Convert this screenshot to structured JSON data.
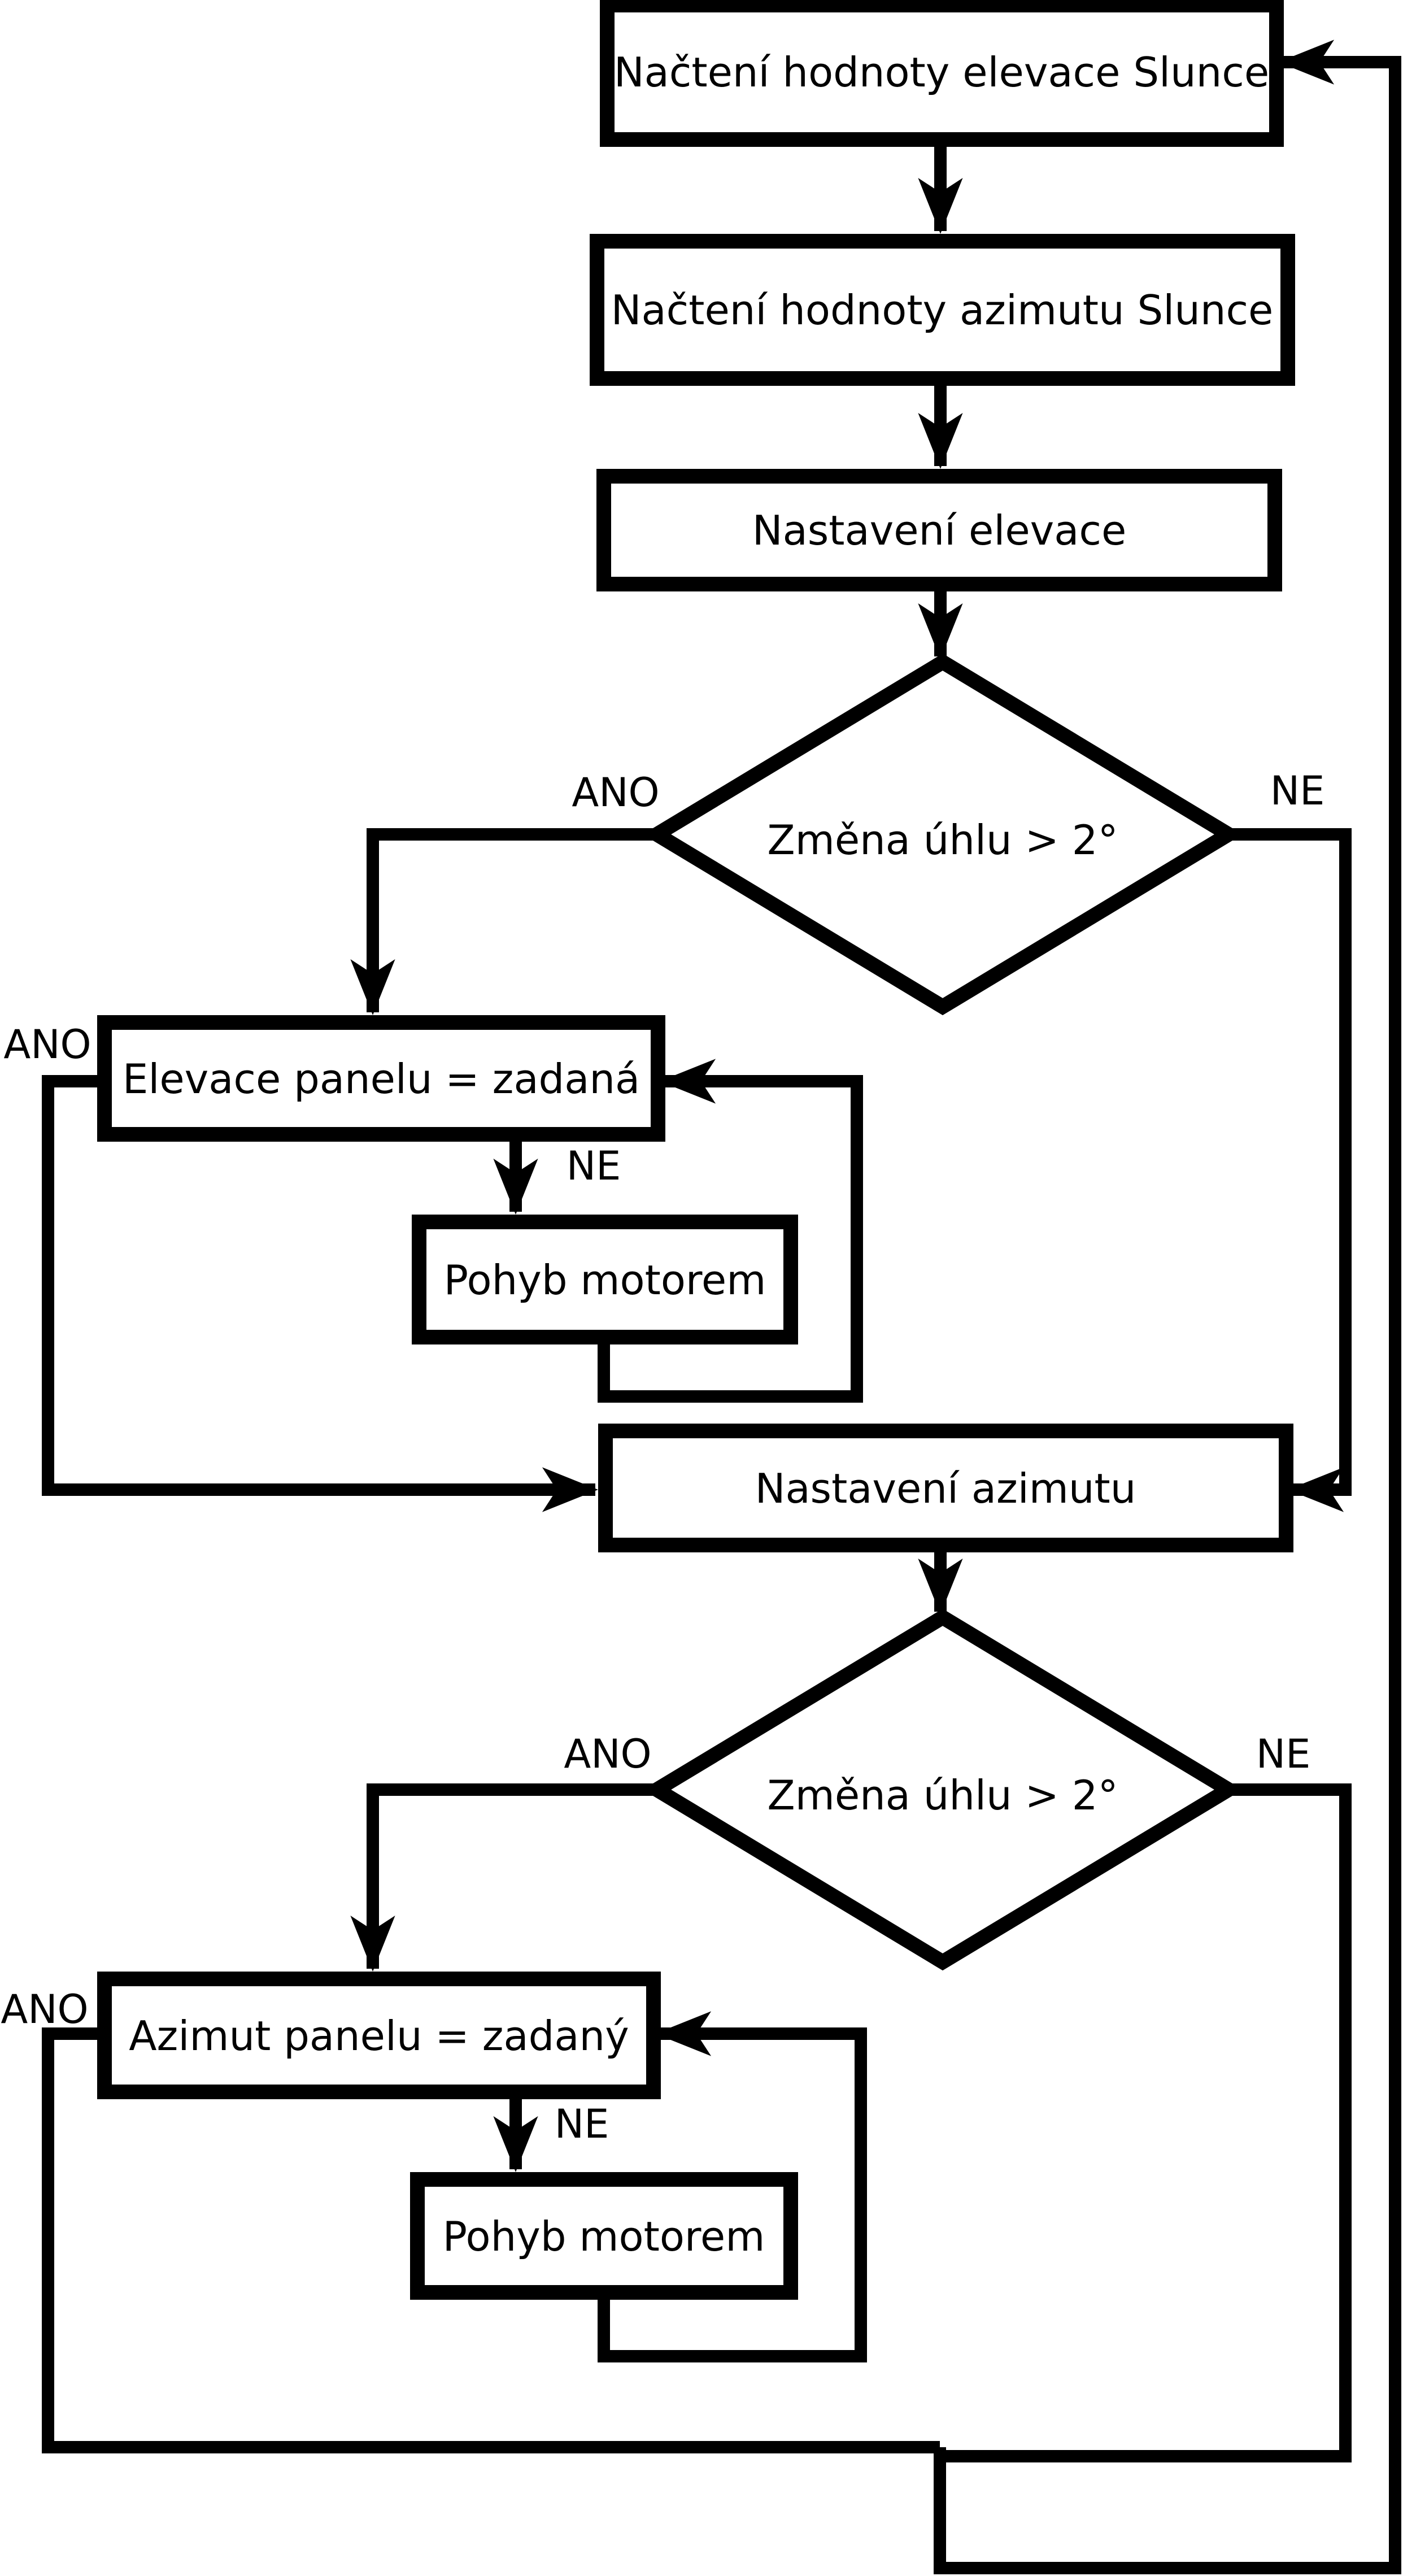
{
  "diagram": {
    "type": "flowchart",
    "language": "cs",
    "edge_labels": {
      "yes": "ANO",
      "no": "NE"
    },
    "nodes": {
      "load_elevation": {
        "label": "Načtení hodnoty elevace Slunce",
        "shape": "process"
      },
      "load_azimuth": {
        "label": "Načtení hodnoty azimutu Slunce",
        "shape": "process"
      },
      "set_elevation": {
        "label": "Nastavení elevace",
        "shape": "process"
      },
      "elevation_decision": {
        "label": "Změna úhlu > 2°",
        "shape": "decision"
      },
      "elevation_equal": {
        "label": "Elevace panelu = zadaná",
        "shape": "process"
      },
      "elevation_motor": {
        "label": "Pohyb motorem",
        "shape": "process"
      },
      "set_azimuth": {
        "label": "Nastavení azimutu",
        "shape": "process"
      },
      "azimuth_decision": {
        "label": "Změna úhlu > 2°",
        "shape": "decision"
      },
      "azimuth_equal": {
        "label": "Azimut panelu = zadaný",
        "shape": "process"
      },
      "azimuth_motor": {
        "label": "Pohyb motorem",
        "shape": "process"
      }
    },
    "edges": [
      {
        "from": "load_elevation",
        "to": "load_azimuth",
        "label": ""
      },
      {
        "from": "load_azimuth",
        "to": "set_elevation",
        "label": ""
      },
      {
        "from": "set_elevation",
        "to": "elevation_decision",
        "label": ""
      },
      {
        "from": "elevation_decision",
        "to": "elevation_equal",
        "label": "ANO"
      },
      {
        "from": "elevation_decision",
        "to": "set_azimuth",
        "label": "NE"
      },
      {
        "from": "elevation_equal",
        "to": "elevation_motor",
        "label": "NE"
      },
      {
        "from": "elevation_motor",
        "to": "elevation_equal",
        "label": ""
      },
      {
        "from": "elevation_equal",
        "to": "set_azimuth",
        "label": "ANO"
      },
      {
        "from": "set_azimuth",
        "to": "azimuth_decision",
        "label": ""
      },
      {
        "from": "azimuth_decision",
        "to": "azimuth_equal",
        "label": "ANO"
      },
      {
        "from": "azimuth_decision",
        "to": "load_elevation",
        "label": "NE"
      },
      {
        "from": "azimuth_equal",
        "to": "azimuth_motor",
        "label": "NE"
      },
      {
        "from": "azimuth_motor",
        "to": "azimuth_equal",
        "label": ""
      },
      {
        "from": "azimuth_equal",
        "to": "load_elevation",
        "label": "ANO"
      }
    ],
    "colors": {
      "line": "#000000",
      "fill": "#ffffff",
      "text": "#000000",
      "background": "#ffffff"
    }
  }
}
